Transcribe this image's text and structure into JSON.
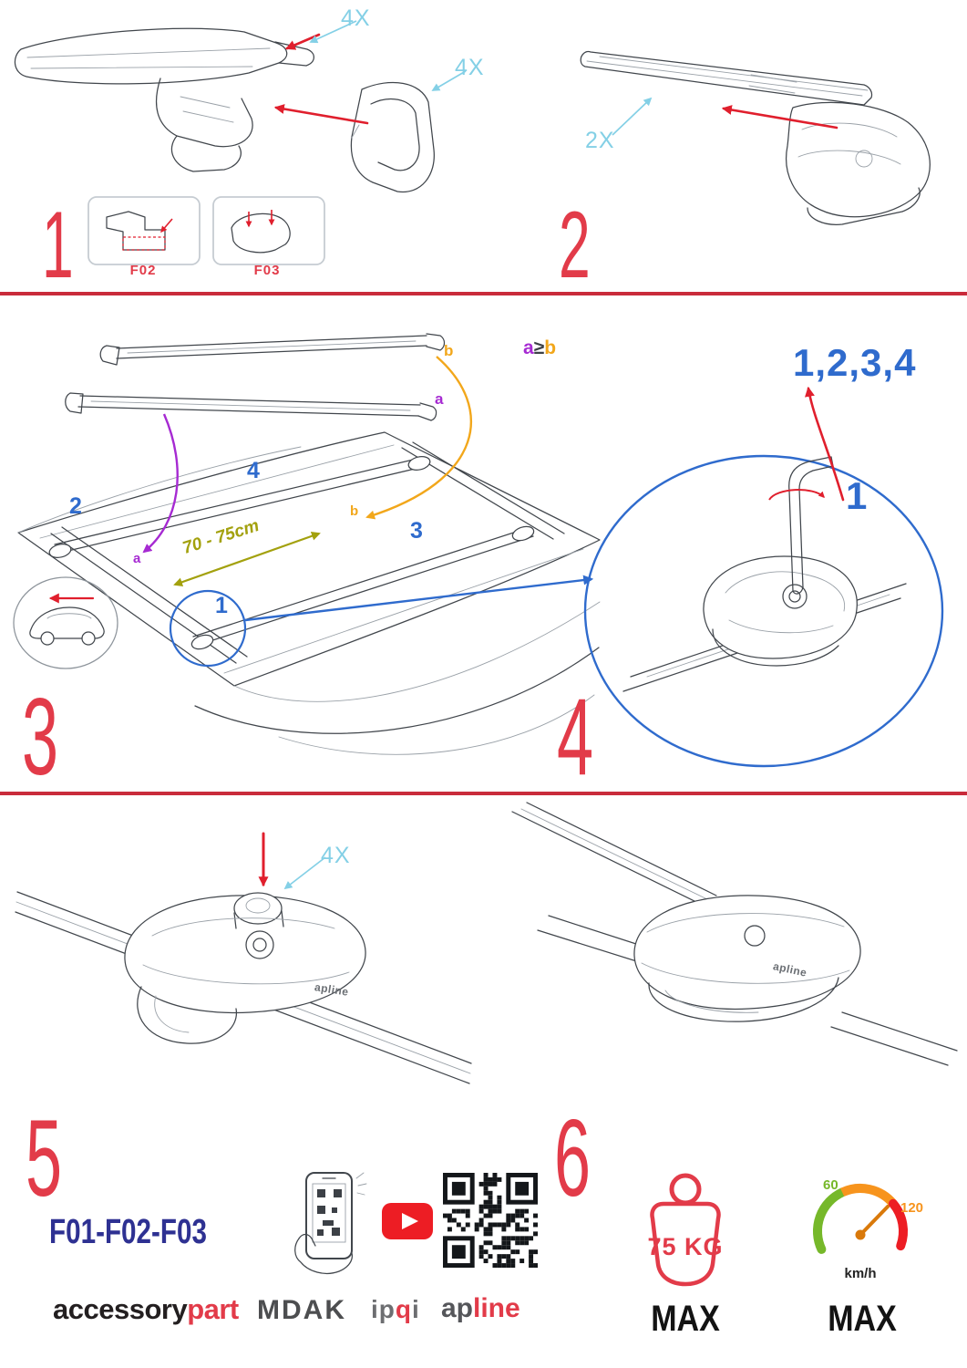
{
  "page": {
    "title": "Roof rack crossbar installation instructions"
  },
  "colors": {
    "red": "#e23b49",
    "red-line": "#c92b3b",
    "arrow": "#e01f2d",
    "cyan": "#84d0e6",
    "blue": "#2f6bcd",
    "purple": "#a62ad2",
    "orange": "#f2a71b",
    "olive": "#a3a10e",
    "navy": "#2e3192",
    "green": "#76b82a",
    "spd-orange": "#f7941d",
    "spd-red": "#ed1d24",
    "needle": "#d9790a",
    "yt": "#ed1d24",
    "brand-dark": "#231f20",
    "brand-gray": "#6d6e71"
  },
  "steps": {
    "s1": {
      "number": "1",
      "qty_top": "4X",
      "qty_side": "4X",
      "box1_label": "F02",
      "box2_label": "F03"
    },
    "s2": {
      "number": "2",
      "qty": "2X"
    },
    "s3": {
      "number": "3",
      "bar_label_b": "b",
      "bar_label_a": "a",
      "formula_a": "a",
      "formula_op": "≥",
      "formula_b": "b",
      "pos_front_left": "1",
      "pos_rear_left": "2",
      "pos_front_right": "3",
      "pos_rear_right": "4",
      "roof_label_a": "a",
      "roof_label_b": "b",
      "distance": "70 - 75cm"
    },
    "s4": {
      "number": "4",
      "sequence": "1,2,3,4",
      "start": "1"
    },
    "s5": {
      "number": "5",
      "qty": "4X",
      "clamp_brand": "apline"
    },
    "s6": {
      "number": "6",
      "clamp_brand": "apline"
    }
  },
  "footer": {
    "product_codes": "F01-F02-F03",
    "brands": {
      "accessory": "accessory",
      "part": "part",
      "mdak": "MDAK",
      "ip": "ip",
      "q": "q",
      "i": "i",
      "ap": "ap",
      "line": "line"
    },
    "weight": {
      "value": "75 KG",
      "max": "MAX"
    },
    "speed": {
      "low": "60",
      "high": "120",
      "unit": "km/h",
      "max": "MAX"
    }
  }
}
